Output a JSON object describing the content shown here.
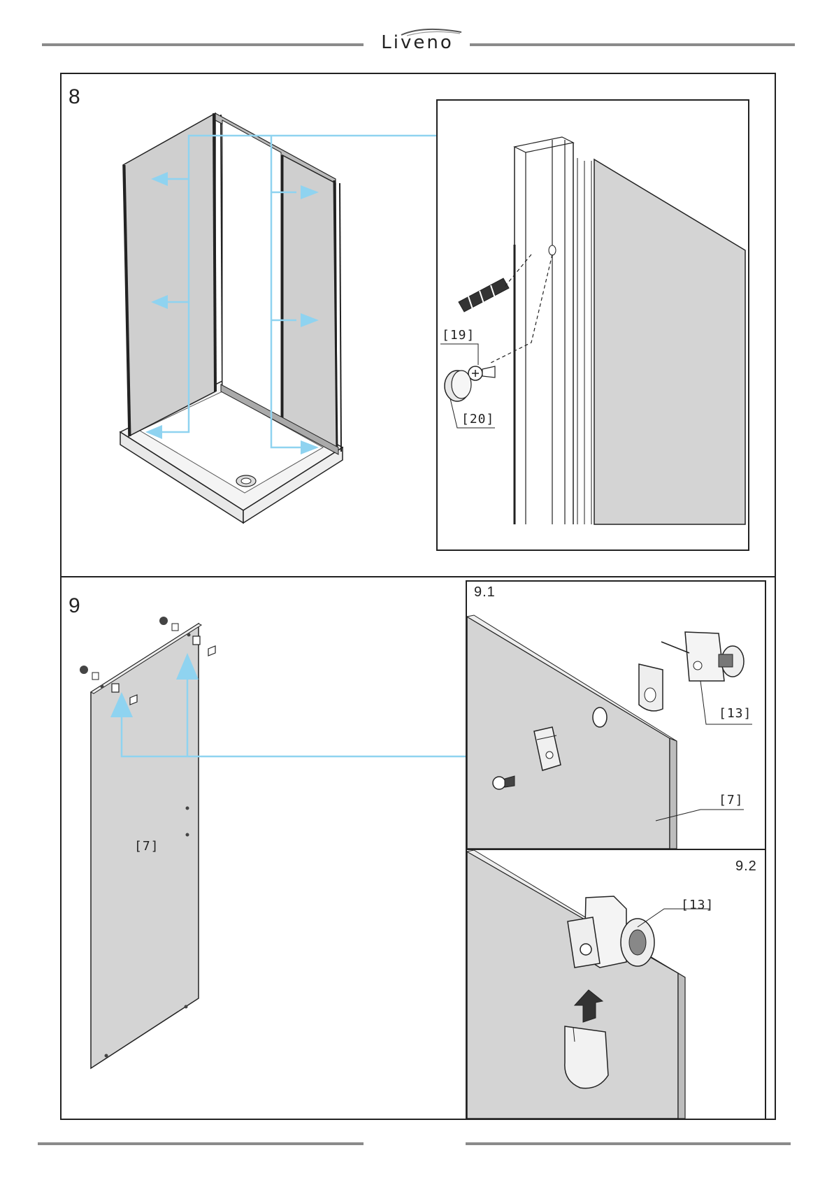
{
  "header": {
    "brand": "Liveno"
  },
  "steps": [
    {
      "number": "8",
      "callouts": [
        "[19]",
        "[20]"
      ]
    },
    {
      "number": "9",
      "panel_label": "[7]",
      "substeps": [
        {
          "number": "9.1",
          "callouts": [
            "[13]",
            "[7]"
          ]
        },
        {
          "number": "9.2",
          "callouts": [
            "[13]"
          ]
        }
      ]
    }
  ],
  "colors": {
    "accent": "#8fd3f0",
    "line": "#222222",
    "glass": "#d6d6d6",
    "rule": "#8a8a8a"
  }
}
